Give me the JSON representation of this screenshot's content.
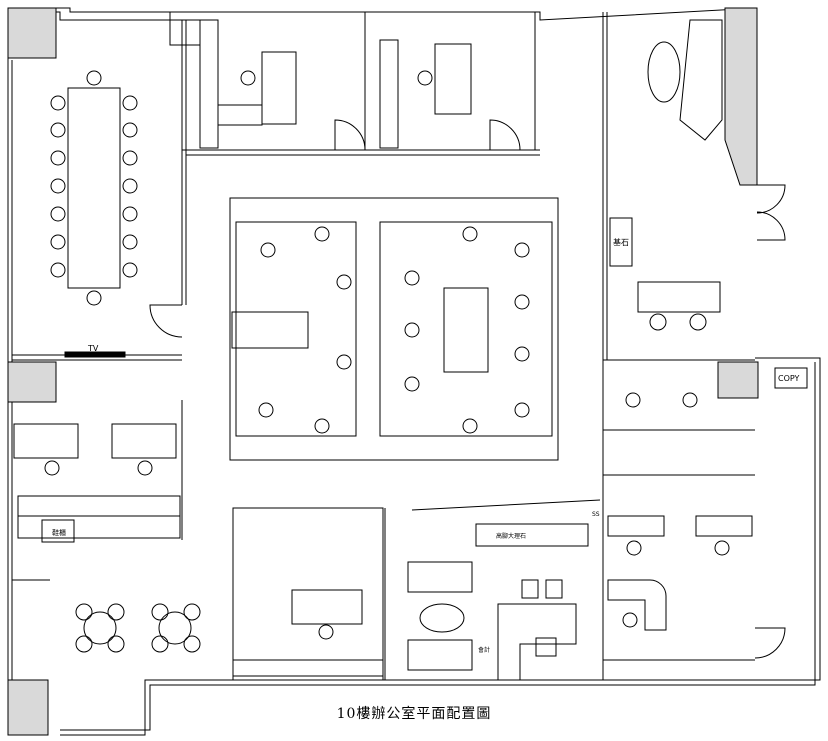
{
  "title": "10樓辦公室平面配置圖",
  "labels": {
    "tv": "TV",
    "copy": "COPY",
    "shoe_cabinet": "鞋櫃",
    "feature_wall": "高腳大理石",
    "base_stone": "基石",
    "kuai_ji": "會計",
    "ss": "SS"
  },
  "colors": {
    "wall_fill": "#d9d9d9",
    "line": "#000000",
    "background": "#ffffff"
  }
}
